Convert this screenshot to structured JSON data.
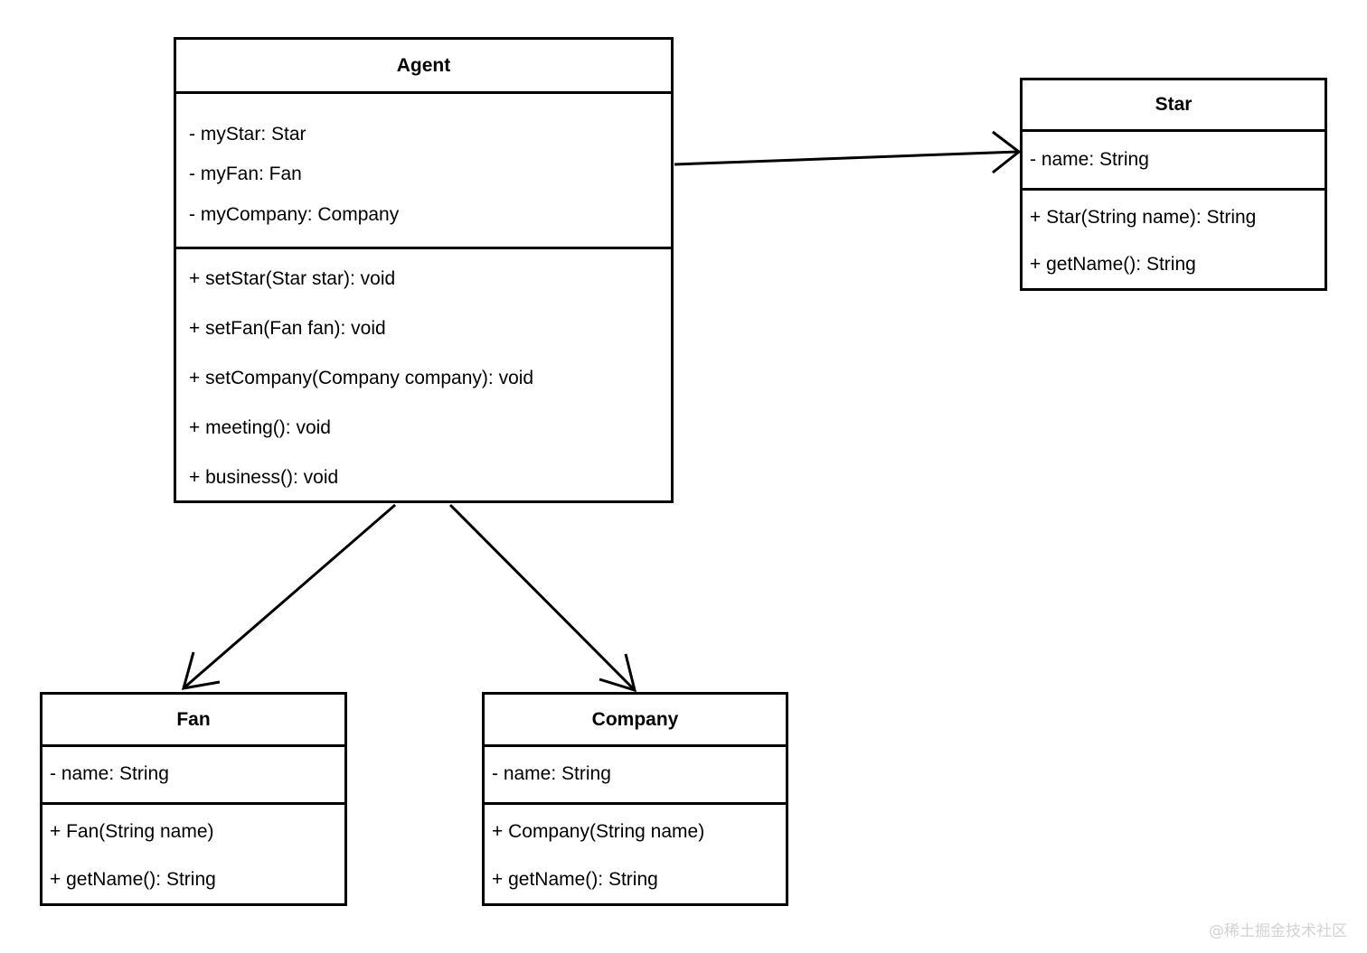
{
  "diagram": {
    "type": "uml-class-diagram",
    "background_color": "#ffffff",
    "line_color": "#000000",
    "classes": [
      {
        "id": "agent",
        "name": "Agent",
        "attributes": [
          "- myStar: Star",
          "- myFan: Fan",
          "- myCompany: Company"
        ],
        "methods": [
          "+ setStar(Star star): void",
          "+ setFan(Fan fan): void",
          "+ setCompany(Company company): void",
          "+ meeting(): void",
          "+ business(): void"
        ]
      },
      {
        "id": "star",
        "name": "Star",
        "attributes": [
          "- name: String"
        ],
        "methods": [
          "+ Star(String name): String",
          "+ getName(): String"
        ]
      },
      {
        "id": "fan",
        "name": "Fan",
        "attributes": [
          "- name: String"
        ],
        "methods": [
          "+ Fan(String name)",
          "+ getName(): String"
        ]
      },
      {
        "id": "company",
        "name": "Company",
        "attributes": [
          "- name: String"
        ],
        "methods": [
          "+ Company(String name)",
          "+ getName(): String"
        ]
      }
    ],
    "relations": [
      {
        "id": "agent-star",
        "from": "Agent",
        "to": "Star",
        "arrow": "open-arrowhead"
      },
      {
        "id": "agent-fan",
        "from": "Agent",
        "to": "Fan",
        "arrow": "open-arrowhead"
      },
      {
        "id": "agent-company",
        "from": "Agent",
        "to": "Company",
        "arrow": "open-arrowhead"
      }
    ]
  },
  "watermark": {
    "text": "@稀土掘金技术社区",
    "color": "#d2d2d2"
  }
}
